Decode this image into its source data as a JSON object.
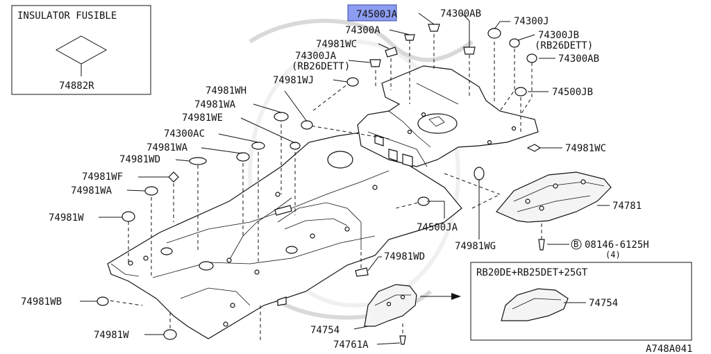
{
  "insulator_box": {
    "title": "INSULATOR FUSIBLE",
    "part": "74882R"
  },
  "variant_box": {
    "title": "RB20DE+RB25DET+25GT",
    "part": "74754"
  },
  "highlighted_part": "74500JA",
  "callouts": {
    "c74500JA_top": "74500JA",
    "c74300AB_top": "74300AB",
    "c74300A": "74300A",
    "c74300J": "74300J",
    "c74981WC_top": "74981WC",
    "c74300JB": "74300JB",
    "c74300JB_note": "(RB26DETT)",
    "c74300JA": "74300JA",
    "c74300JA_note": "(RB26DETT)",
    "c74300AB_right": "74300AB",
    "c74981WJ": "74981WJ",
    "c74981WH": "74981WH",
    "c74500JB": "74500JB",
    "c74981WA_1": "74981WA",
    "c74981WE": "74981WE",
    "c74300AC": "74300AC",
    "c74981WC_right": "74981WC",
    "c74981WA_2": "74981WA",
    "c74981WD_left": "74981WD",
    "c74981WF": "74981WF",
    "c74981WA_3": "74981WA",
    "c74781": "74781",
    "c74981W_1": "74981W",
    "c74500JA_mid": "74500JA",
    "bolt_marker": "B",
    "bolt_part": "08146-6125H",
    "bolt_qty": "(4)",
    "c74981WG": "74981WG",
    "c74981WD_mid": "74981WD",
    "c74981WB": "74981WB",
    "c74754": "74754",
    "c74981W_2": "74981W",
    "c74761A": "74761A"
  },
  "diagram_code": "A748A041"
}
